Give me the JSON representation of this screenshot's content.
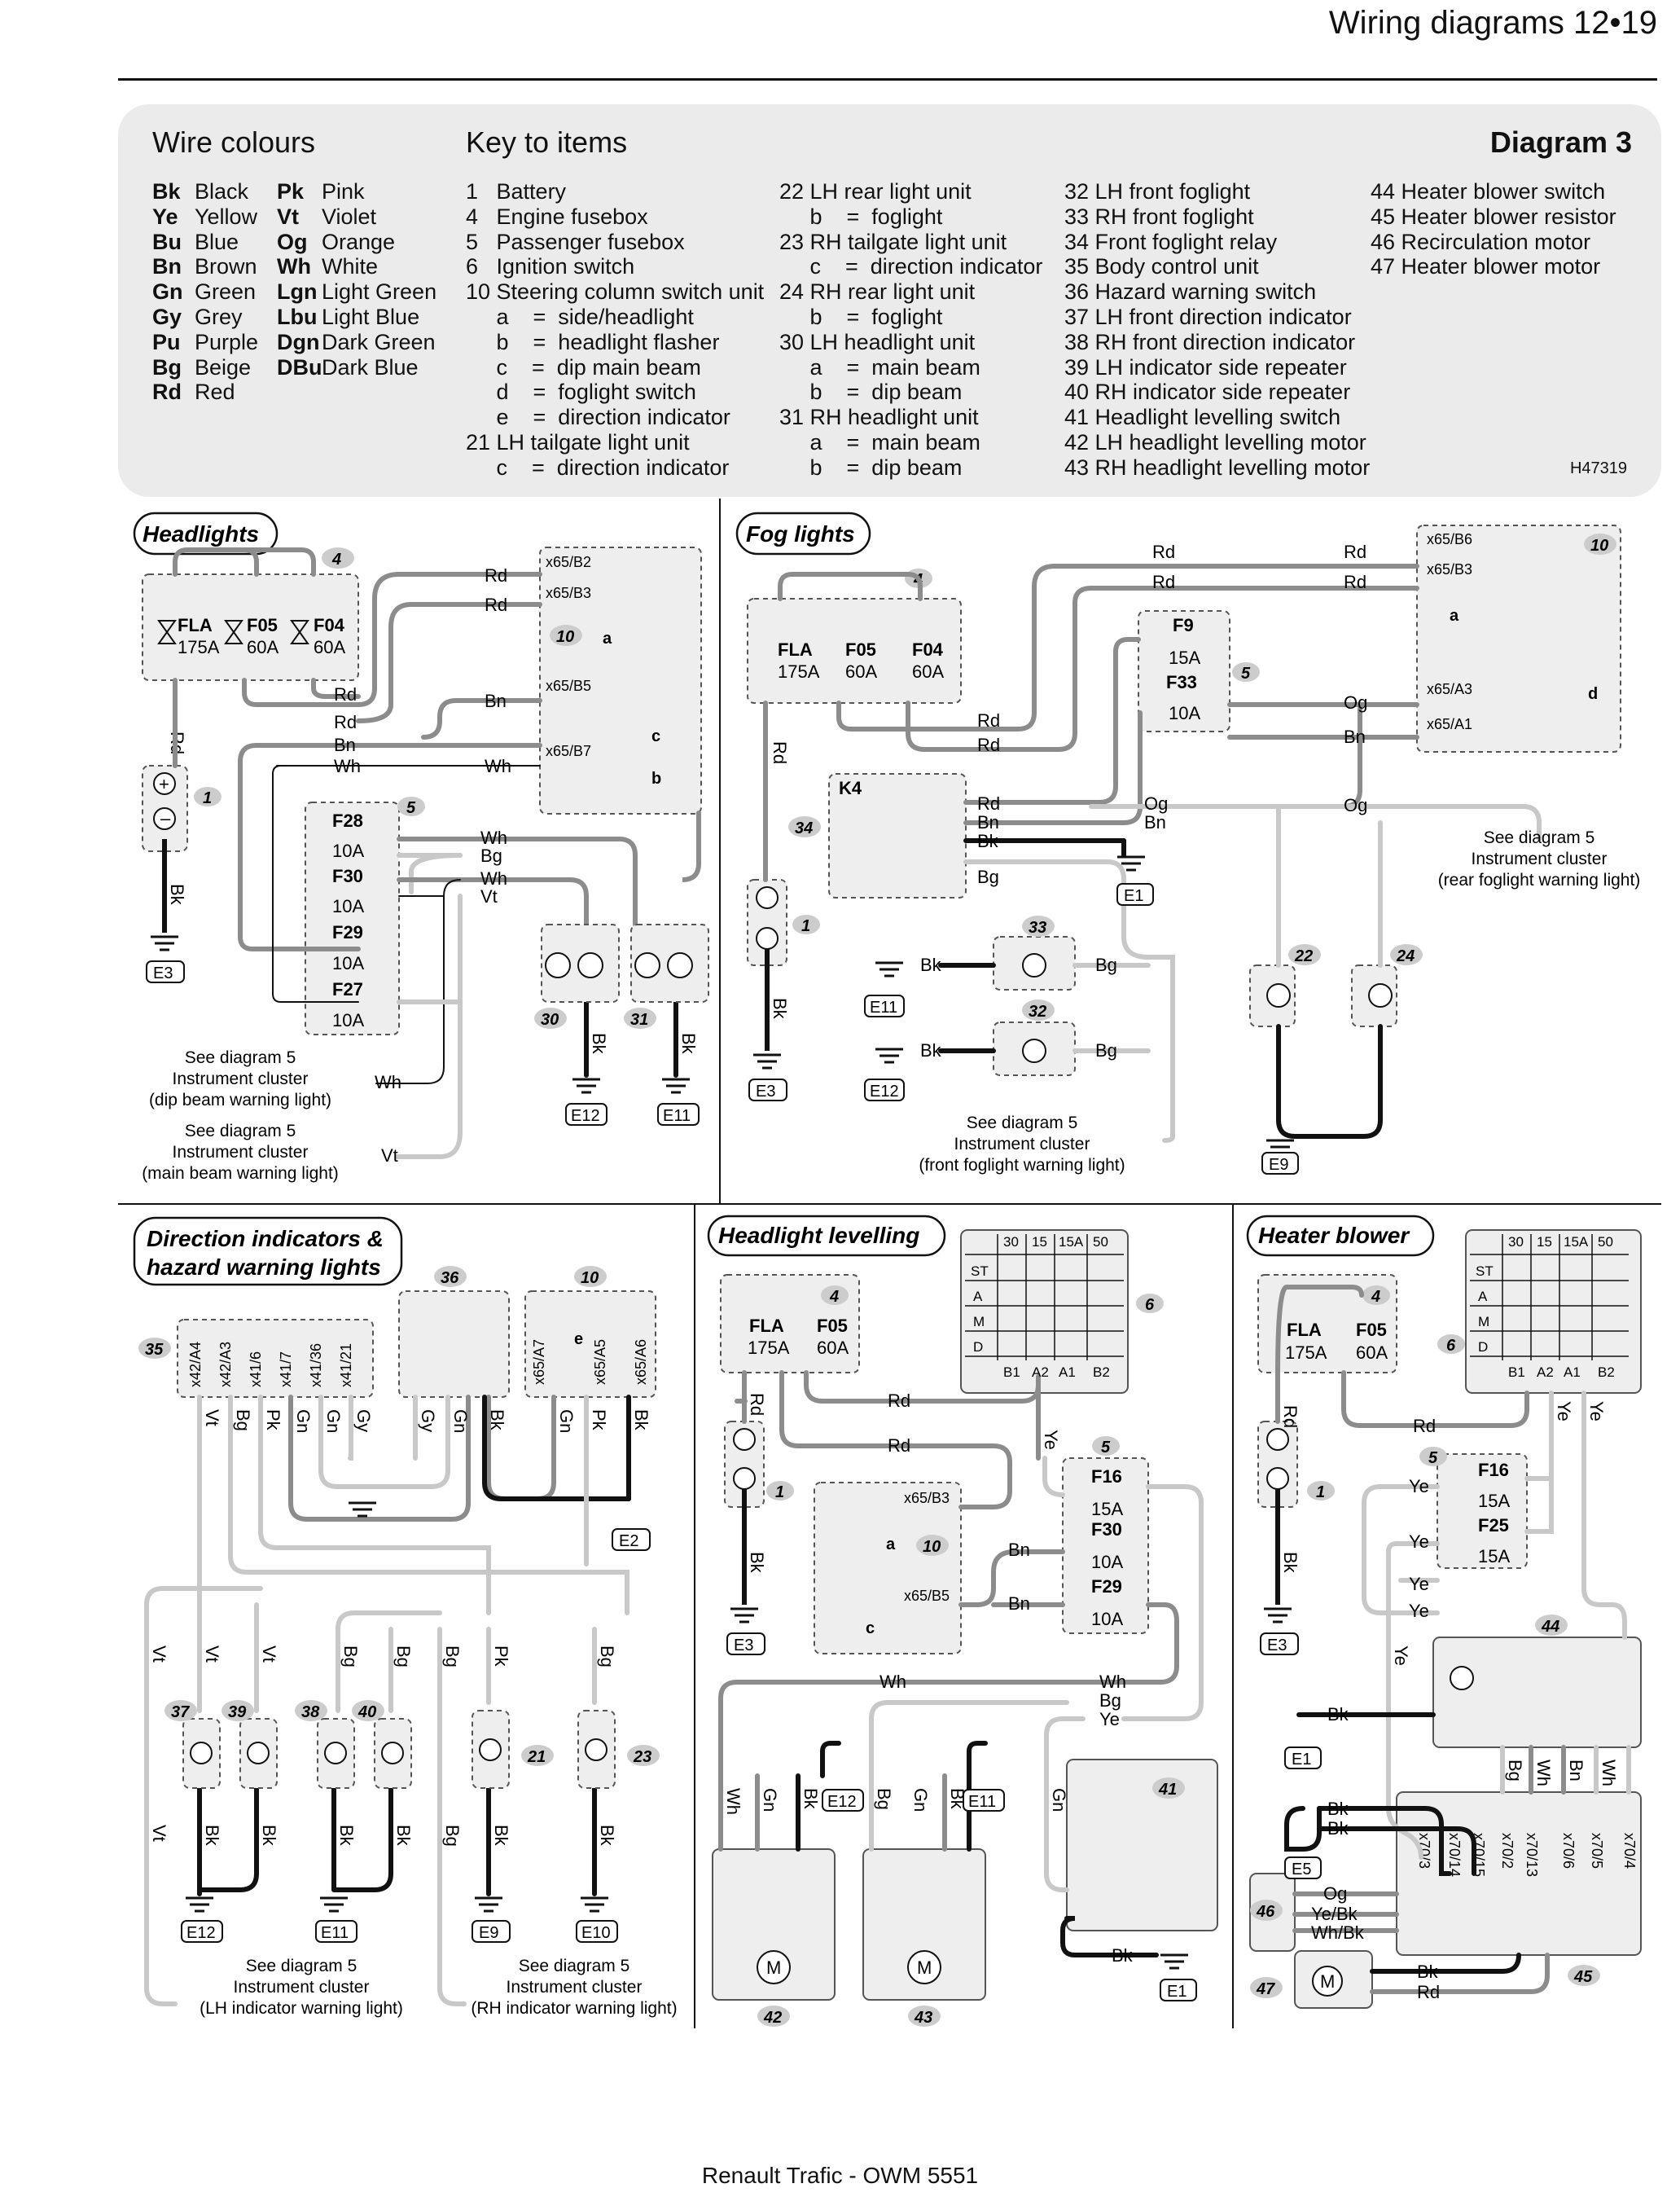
{
  "header": {
    "title": "Wiring diagrams  12•19"
  },
  "key": {
    "wire_title": "Wire colours",
    "items_title": "Key to items",
    "diagram_title": "Diagram 3",
    "code": "H47319",
    "colours_a": [
      [
        "Bk",
        "Black"
      ],
      [
        "Ye",
        "Yellow"
      ],
      [
        "Bu",
        "Blue"
      ],
      [
        "Bn",
        "Brown"
      ],
      [
        "Gn",
        "Green"
      ],
      [
        "Gy",
        "Grey"
      ],
      [
        "Pu",
        "Purple"
      ],
      [
        "Bg",
        "Beige"
      ],
      [
        "Rd",
        "Red"
      ]
    ],
    "colours_b": [
      [
        "Pk",
        "Pink"
      ],
      [
        "Vt",
        "Violet"
      ],
      [
        "Og",
        "Orange"
      ],
      [
        "Wh",
        "White"
      ],
      [
        "Lgn",
        "Light Green"
      ],
      [
        "Lbu",
        "Light Blue"
      ],
      [
        "Dgn",
        "Dark Green"
      ],
      [
        "DBu",
        "Dark Blue"
      ]
    ],
    "items_col1": [
      "1   Battery",
      "4   Engine fusebox",
      "5   Passenger fusebox",
      "6   Ignition switch",
      "10 Steering column switch unit",
      "     a    =  side/headlight",
      "     b    =  headlight flasher",
      "     c    =  dip main beam",
      "     d    =  foglight switch",
      "     e    =  direction indicator",
      "21 LH tailgate light unit",
      "     c    =  direction indicator"
    ],
    "items_col2": [
      "22 LH rear light unit",
      "     b    =  foglight",
      "23 RH tailgate light unit",
      "     c    =  direction indicator",
      "24 RH rear light unit",
      "     b    =  foglight",
      "30 LH headlight unit",
      "     a    =  main beam",
      "     b    =  dip beam",
      "31 RH headlight unit",
      "     a    =  main beam",
      "     b    =  dip beam"
    ],
    "items_col3": [
      "32 LH front foglight",
      "33 RH front foglight",
      "34 Front foglight relay",
      "35 Body control unit",
      "36 Hazard warning switch",
      "37 LH front direction indicator",
      "38 RH front direction indicator",
      "39 LH indicator side repeater",
      "40 RH indicator side repeater",
      "41 Headlight levelling switch",
      "42 LH headlight levelling motor",
      "43 RH headlight levelling motor"
    ],
    "items_col4": [
      "44 Heater blower switch",
      "45 Heater blower resistor",
      "46 Recirculation motor",
      "47 Heater blower motor"
    ]
  },
  "sections": {
    "headlights": "Headlights",
    "fog": "Fog lights",
    "direction": [
      "Direction indicators &",
      "hazard warning lights"
    ],
    "levelling": "Headlight levelling",
    "heater": "Heater blower"
  },
  "notes": {
    "hl_dip": [
      "See diagram 5",
      "Instrument cluster",
      "(dip beam warning light)"
    ],
    "hl_main": [
      "See diagram 5",
      "Instrument cluster",
      "(main beam warning light)"
    ],
    "fog_front": [
      "See diagram 5",
      "Instrument cluster",
      "(front foglight warning light)"
    ],
    "fog_rear": [
      "See diagram 5",
      "Instrument cluster",
      "(rear foglight warning light)"
    ],
    "di_lh": [
      "See diagram 5",
      "Instrument cluster",
      "(LH indicator warning light)"
    ],
    "di_rh": [
      "See diagram 5",
      "Instrument cluster",
      "(RH indicator warning light)"
    ]
  },
  "labels": {
    "fla": "FLA",
    "f05": "F05",
    "f04": "F04",
    "a175": "175A",
    "a60": "60A",
    "a15": "15A",
    "a10": "10A",
    "f28": "F28",
    "f30": "F30",
    "f29": "F29",
    "f27": "F27",
    "f9": "F9",
    "f33": "F33",
    "f16": "F16",
    "f25": "F25",
    "k4": "K4"
  },
  "wires": {
    "rd": "Rd",
    "bn": "Bn",
    "wh": "Wh",
    "bg": "Bg",
    "vt": "Vt",
    "bk": "Bk",
    "og": "Og",
    "ye": "Ye",
    "pk": "Pk",
    "gn": "Gn",
    "gy": "Gy",
    "whbk": "Wh/Bk",
    "yebk": "Ye/Bk"
  },
  "connectors": {
    "x65b2": "x65/B2",
    "x65b3": "x65/B3",
    "x65b5": "x65/B5",
    "x65b7": "x65/B7",
    "x65b6": "x65/B6",
    "x65a3": "x65/A3",
    "x65a1": "x65/A1",
    "x65a7": "x65/A7",
    "x65a5": "x65/A5",
    "x65a6": "x65/A6"
  },
  "bcu_pins": [
    "x42/A4",
    "x42/A3",
    "x41/6",
    "x41/7",
    "x41/36",
    "x41/21"
  ],
  "x70_pins": [
    "x70/3",
    "x70/14",
    "x70/15",
    "x70/2",
    "x70/13",
    "x70/6",
    "x70/5",
    "x70/4"
  ],
  "ign_switch": {
    "cols": [
      "30",
      "15",
      "15A",
      "50"
    ],
    "rows": [
      "ST",
      "A",
      "M",
      "D"
    ],
    "pins": [
      "B1",
      "A2",
      "A1",
      "B2"
    ]
  },
  "earths": [
    "E1",
    "E2",
    "E3",
    "E5",
    "E9",
    "E10",
    "E11",
    "E12"
  ],
  "footer": "Renault Trafic - OWM 5551",
  "colors": {
    "key_bg": "#ebebeb",
    "box_bg": "#eeeeee",
    "wire_grey": "#8c8c8c",
    "wire_light": "#c8c8c8",
    "wire_black": "#111111"
  }
}
